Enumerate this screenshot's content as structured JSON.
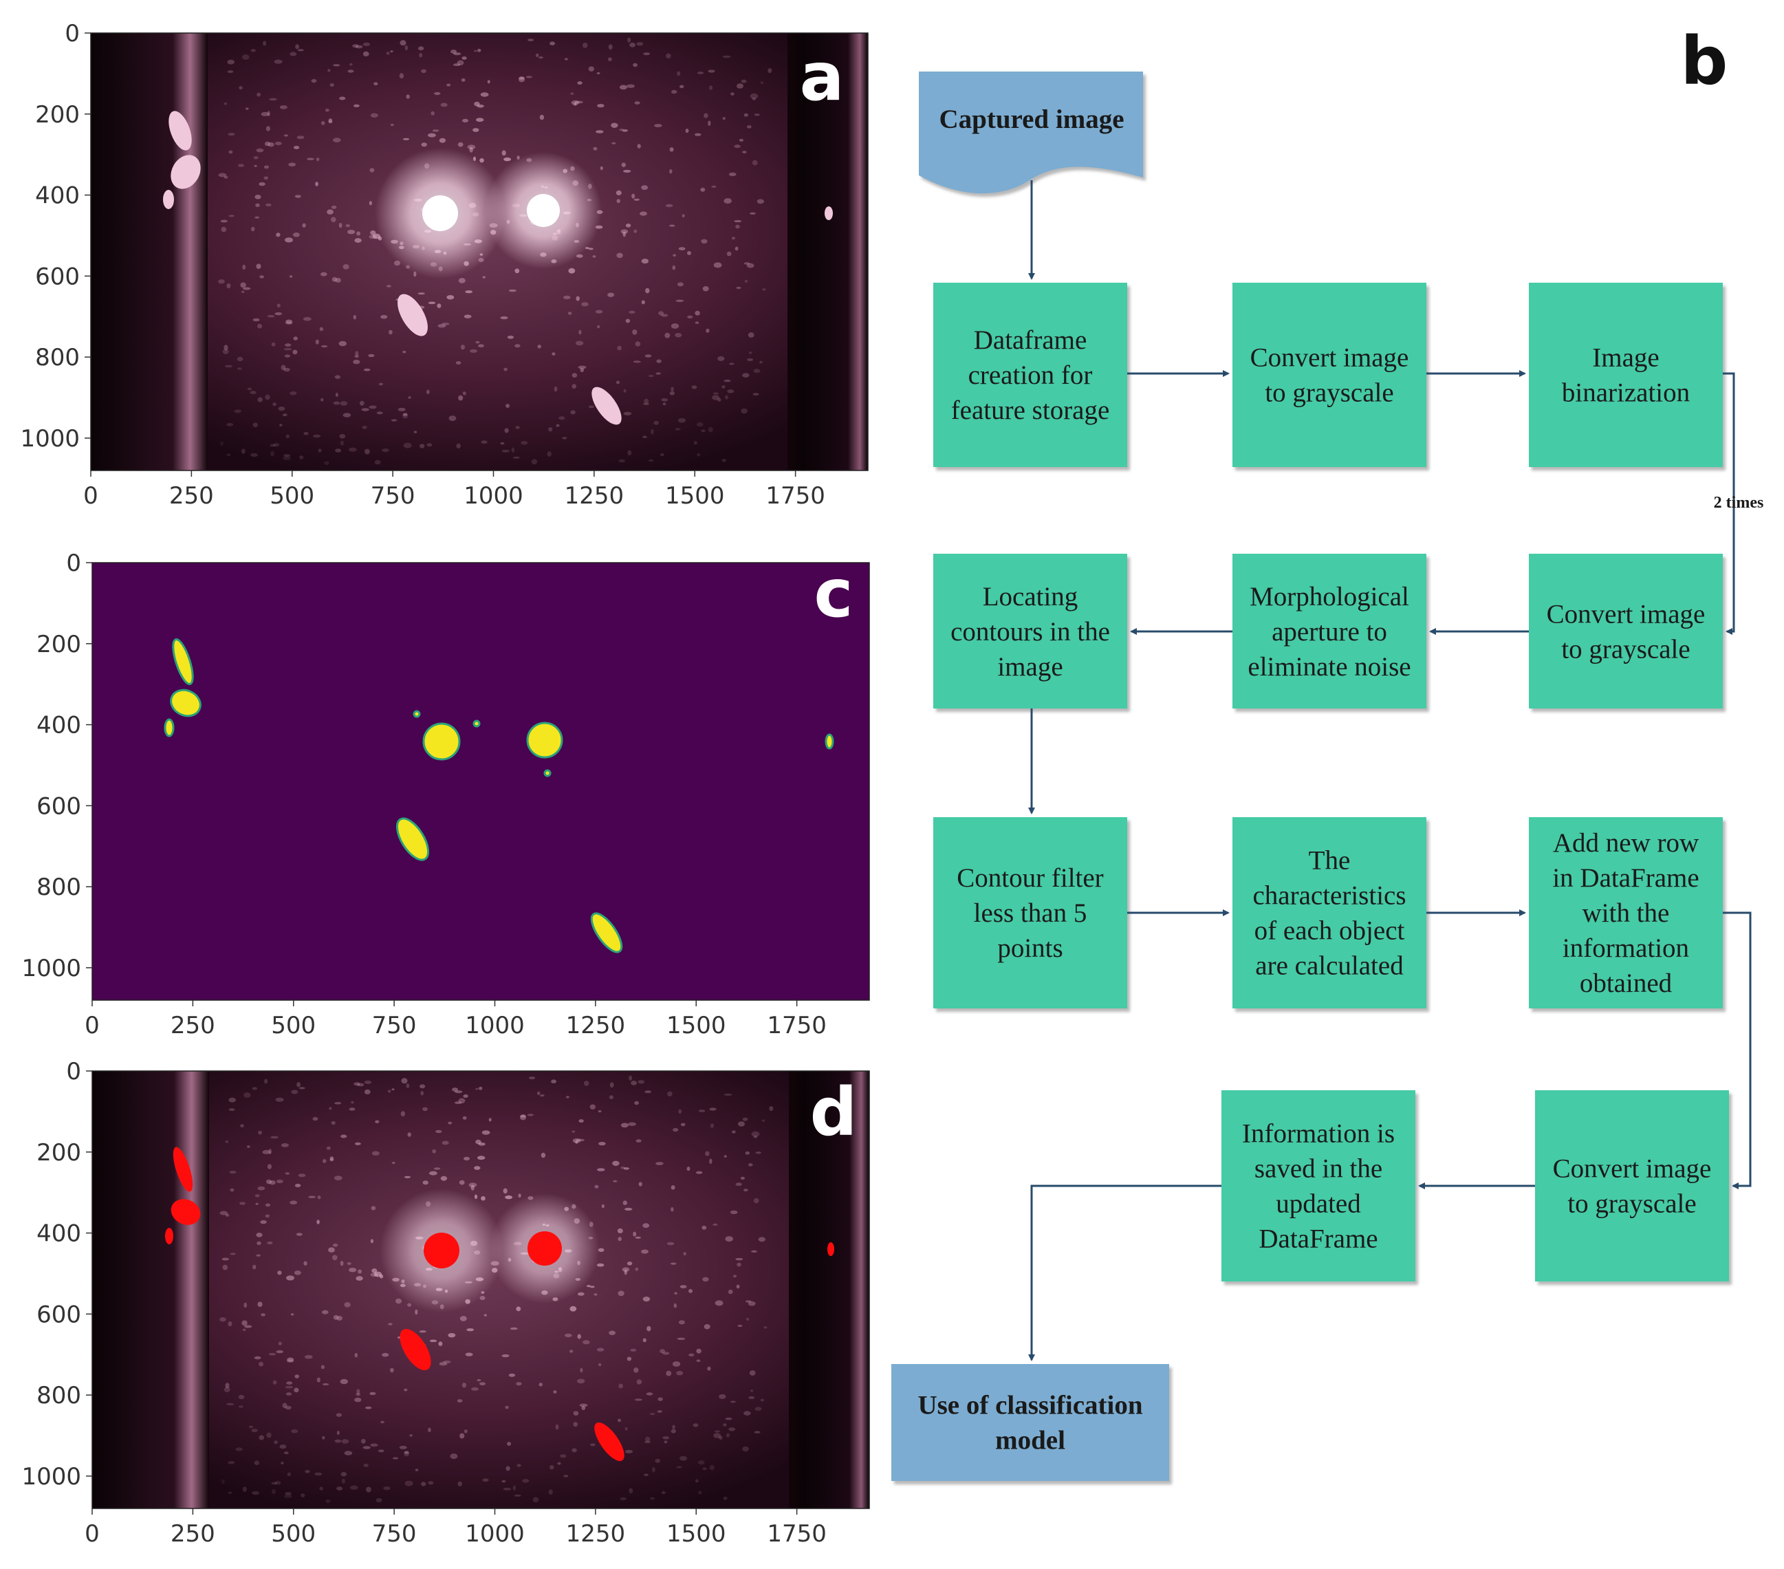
{
  "colors": {
    "process_fill": "#44cba5",
    "terminal_fill": "#7bacd1",
    "arrow": "#284b6b",
    "photo_bg": "#2a0f1e",
    "photo_glow": "#e8b8d0",
    "mask_bg": "#4a0350",
    "mask_blob": "#f5e71f",
    "mask_edge": "#2ba37a",
    "overlay_red": "#ff0d0d"
  },
  "panels": {
    "a": {
      "letter": "a",
      "x_ticks": [
        "0",
        "250",
        "500",
        "750",
        "1000",
        "1250",
        "1500",
        "1750"
      ],
      "y_ticks": [
        "0",
        "200",
        "400",
        "600",
        "800",
        "1000"
      ]
    },
    "c": {
      "letter": "c",
      "x_ticks": [
        "0",
        "250",
        "500",
        "750",
        "1000",
        "1250",
        "1500",
        "1750"
      ],
      "y_ticks": [
        "0",
        "200",
        "400",
        "600",
        "800",
        "1000"
      ]
    },
    "d": {
      "letter": "d",
      "x_ticks": [
        "0",
        "250",
        "500",
        "750",
        "1000",
        "1250",
        "1500",
        "1750"
      ],
      "y_ticks": [
        "0",
        "200",
        "400",
        "600",
        "800",
        "1000"
      ]
    }
  },
  "flowchart": {
    "letter": "b",
    "captured": "Captured image",
    "step1": [
      "Dataframe",
      "creation for",
      "feature storage"
    ],
    "step2": [
      "Convert image",
      "to grayscale"
    ],
    "step3": [
      "Image",
      "binarization"
    ],
    "loop_label": "2 times",
    "step4": [
      "Convert image",
      "to grayscale"
    ],
    "step5": [
      "Morphological",
      "aperture to",
      "eliminate noise"
    ],
    "step6": [
      "Locating",
      "contours in the",
      "image"
    ],
    "step7": [
      "Contour filter",
      "less than 5",
      "points"
    ],
    "step8": [
      "The",
      "characteristics",
      "of each object",
      "are calculated"
    ],
    "step9": [
      "Add new row",
      "in DataFrame",
      "with the",
      "information",
      "obtained"
    ],
    "step10": [
      "Convert image",
      "to grayscale"
    ],
    "step11": [
      "Information is",
      "saved in the",
      "updated",
      "DataFrame"
    ],
    "final": [
      "Use of classification",
      "model"
    ]
  }
}
